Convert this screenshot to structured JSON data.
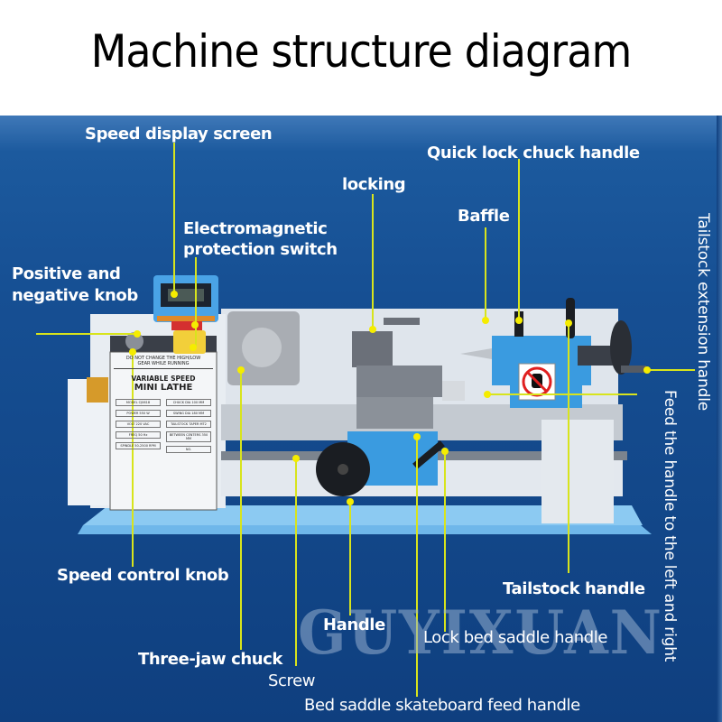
{
  "title": "Machine structure diagram",
  "watermark": "GUYIXUAN",
  "colors": {
    "background_blue": "#164f93",
    "leader_line": "#d8e41c",
    "machine_blue": "#3a9be0",
    "label_text": "#ffffff"
  },
  "labels": {
    "speed_display_screen": "Speed display screen",
    "quick_lock_chuck_handle": "Quick lock chuck handle",
    "locking": "locking",
    "baffle": "Baffle",
    "electromagnetic_line1": "Electromagnetic",
    "electromagnetic_line2": "protection switch",
    "positive_negative_line1": "Positive and",
    "positive_negative_line2": "negative knob",
    "tailstock_extension_handle": "Tailstock extension handle",
    "feed_handle_left_right": "Feed the handle to the left and right",
    "speed_control_knob": "Speed control knob",
    "tailstock_handle": "Tailstock handle",
    "handle": "Handle",
    "lock_bed_saddle_handle": "Lock bed saddle handle",
    "three_jaw_chuck": "Three-jaw chuck",
    "screw": "Screw",
    "bed_saddle_skateboard_feed_handle": "Bed saddle skateboard feed handle"
  },
  "machine_plate": {
    "warning_line1": "DO NOT CHANGE THE HIGH/LOW",
    "warning_line2": "GEAR WHILE RUNNING",
    "heading1": "VARIABLE SPEED",
    "heading2": "MINI LATHE",
    "specs_left": [
      "MODEL CJ0618",
      "POWER 550 W",
      "VOLT 220 VAC",
      "FREQ 50 Hz",
      "SPINDLE 50-2500 RPM"
    ],
    "specs_right": [
      "CHUCK DIA 100 MM",
      "SWING DIA 180 MM",
      "TAILSTOCK TAPER MT2",
      "BETWEEN CENTERS 350 MM",
      "NO."
    ]
  }
}
